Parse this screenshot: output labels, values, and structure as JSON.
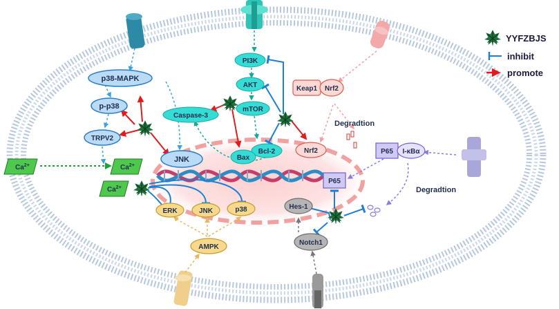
{
  "legend": {
    "herb_label": "YYFZBJS",
    "inhibit_label": "inhibit",
    "promote_label": "promote"
  },
  "nodes": {
    "p38_mapk": "p38-MAPK",
    "p_p38": "p-p38",
    "trpv2": "TRPV2",
    "jnk_nuclear": "JNK",
    "pi3k": "PI3K",
    "akt": "AKT",
    "mtor": "mTOR",
    "caspase3": "Caspase-3",
    "bcl2": "Bcl-2",
    "bax": "Bax",
    "keap1": "Keap1",
    "nrf2_complex": "Nrf2",
    "nrf2": "Nrf2",
    "degradation_top": "Degradtion",
    "p65_cyto": "P65",
    "ikba": "I-κBα",
    "degradation_right": "Degradtion",
    "p65_nuclear": "P65",
    "hes1": "Hes-1",
    "notch1": "Notch1",
    "erk": "ERK",
    "jnk": "JNK",
    "p38": "p38",
    "ampk": "AMPK"
  },
  "calcium": {
    "ca_outer_base": "Ca",
    "ca_nuclear_base": "Ca",
    "ca_lower_base": "Ca",
    "charge": "2+"
  },
  "colors": {
    "membrane": "#9fb8d6",
    "inhibit": "#1e7fd6",
    "promote": "#e21c1c",
    "cyan_node": "#35dcd6",
    "blue_node": "#b9dbf5",
    "ca_green": "#4ec94e",
    "nucleus_fill": "#fbd3d3",
    "herb": "#1f6f3a"
  }
}
